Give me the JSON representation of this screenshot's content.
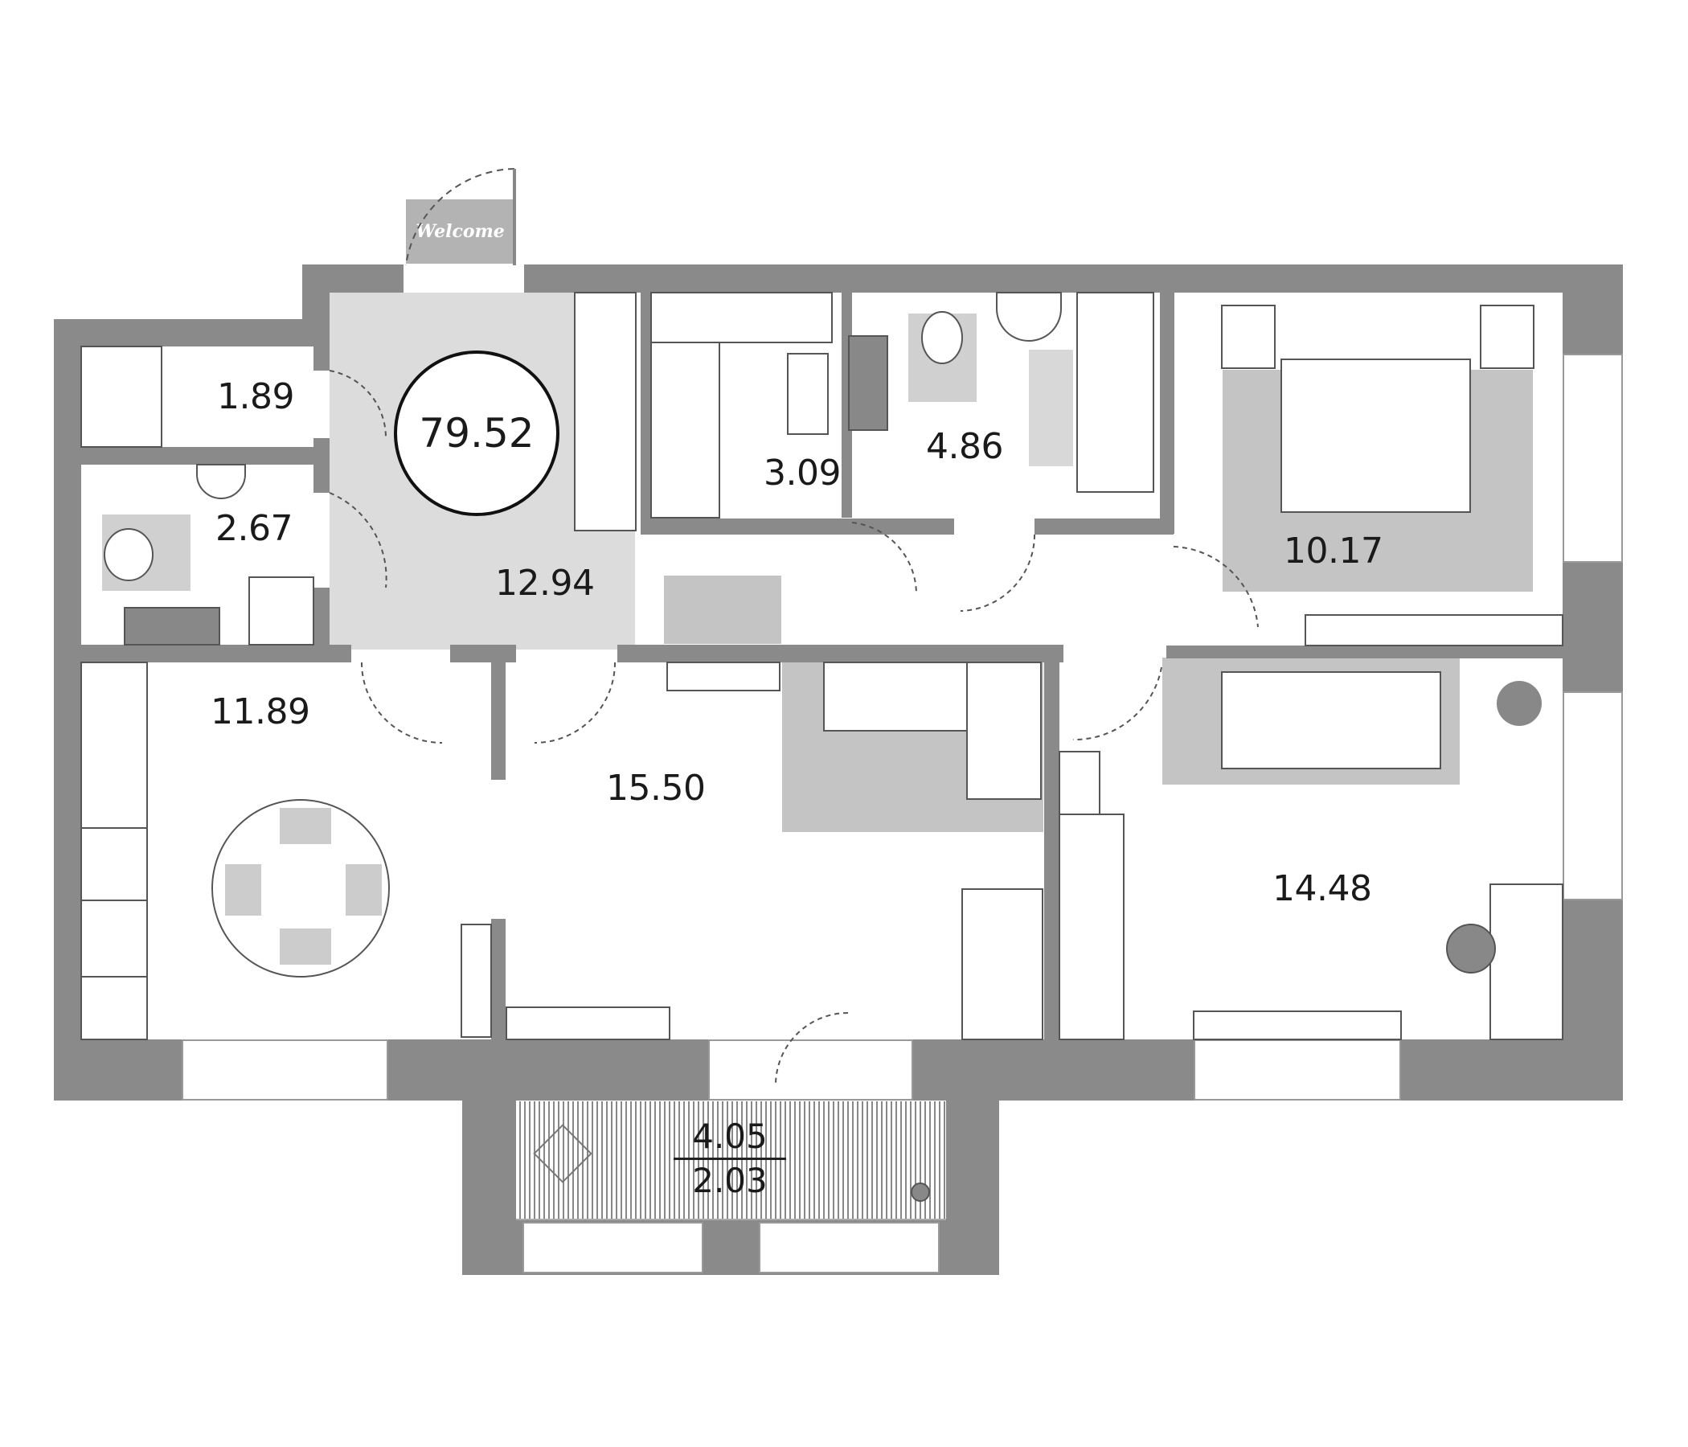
{
  "plan": {
    "total_area": "79.52",
    "entry_mat_text": "Welcome",
    "rooms": [
      {
        "id": "closet",
        "label": "1.89"
      },
      {
        "id": "wc",
        "label": "2.67"
      },
      {
        "id": "hallway",
        "label": "12.94"
      },
      {
        "id": "sauna",
        "label": "3.09"
      },
      {
        "id": "bathroom",
        "label": "4.86"
      },
      {
        "id": "bedroom-1",
        "label": "10.17"
      },
      {
        "id": "kitchen",
        "label": "11.89"
      },
      {
        "id": "living-room",
        "label": "15.50"
      },
      {
        "id": "bedroom-2",
        "label": "14.48"
      }
    ],
    "balcony": {
      "area_full": "4.05",
      "area_reduced": "2.03"
    }
  },
  "colors": {
    "wall": "#8a8a8a",
    "hall_floor": "#dcdcdc",
    "rug": "#c4c4c4",
    "text": "#1a1a1a"
  }
}
